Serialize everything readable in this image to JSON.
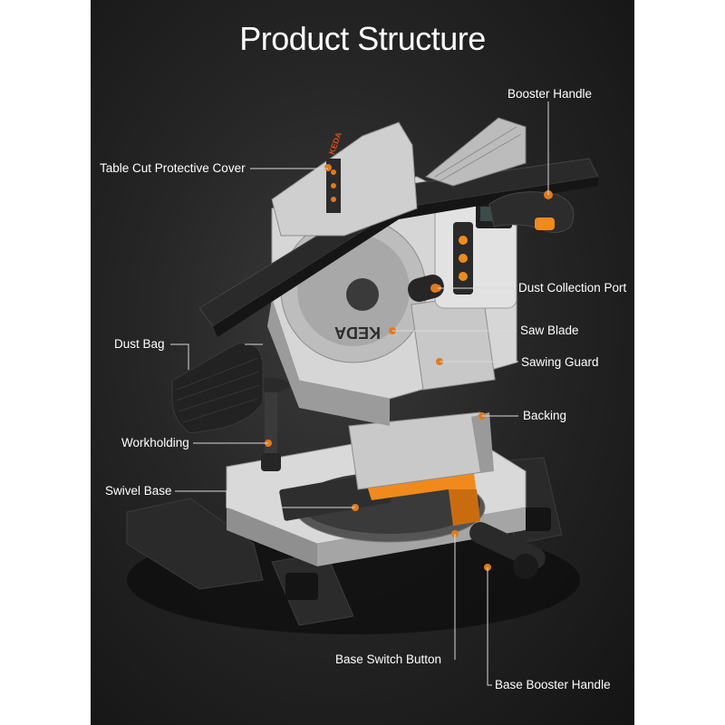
{
  "title": "Product Structure",
  "brand": "KEDA",
  "labels": {
    "booster_handle": "Booster Handle",
    "table_cut_protective_cover": "Table Cut Protective Cover",
    "dust_collection_port": "Dust Collection Port",
    "saw_blade": "Saw Blade",
    "dust_bag": "Dust Bag",
    "sawing_guard": "Sawing Guard",
    "backing": "Backing",
    "workholding": "Workholding",
    "swivel_base": "Swivel Base",
    "base_switch_button": "Base Switch Button",
    "base_booster_handle": "Base Booster Handle"
  },
  "colors": {
    "panel_background": "#1e1e1e",
    "page_background": "#ffffff",
    "text": "#ffffff",
    "leader_line": "#d9d9d9",
    "marker": "#e07a1f",
    "accent_orange": "#f08a1c"
  }
}
